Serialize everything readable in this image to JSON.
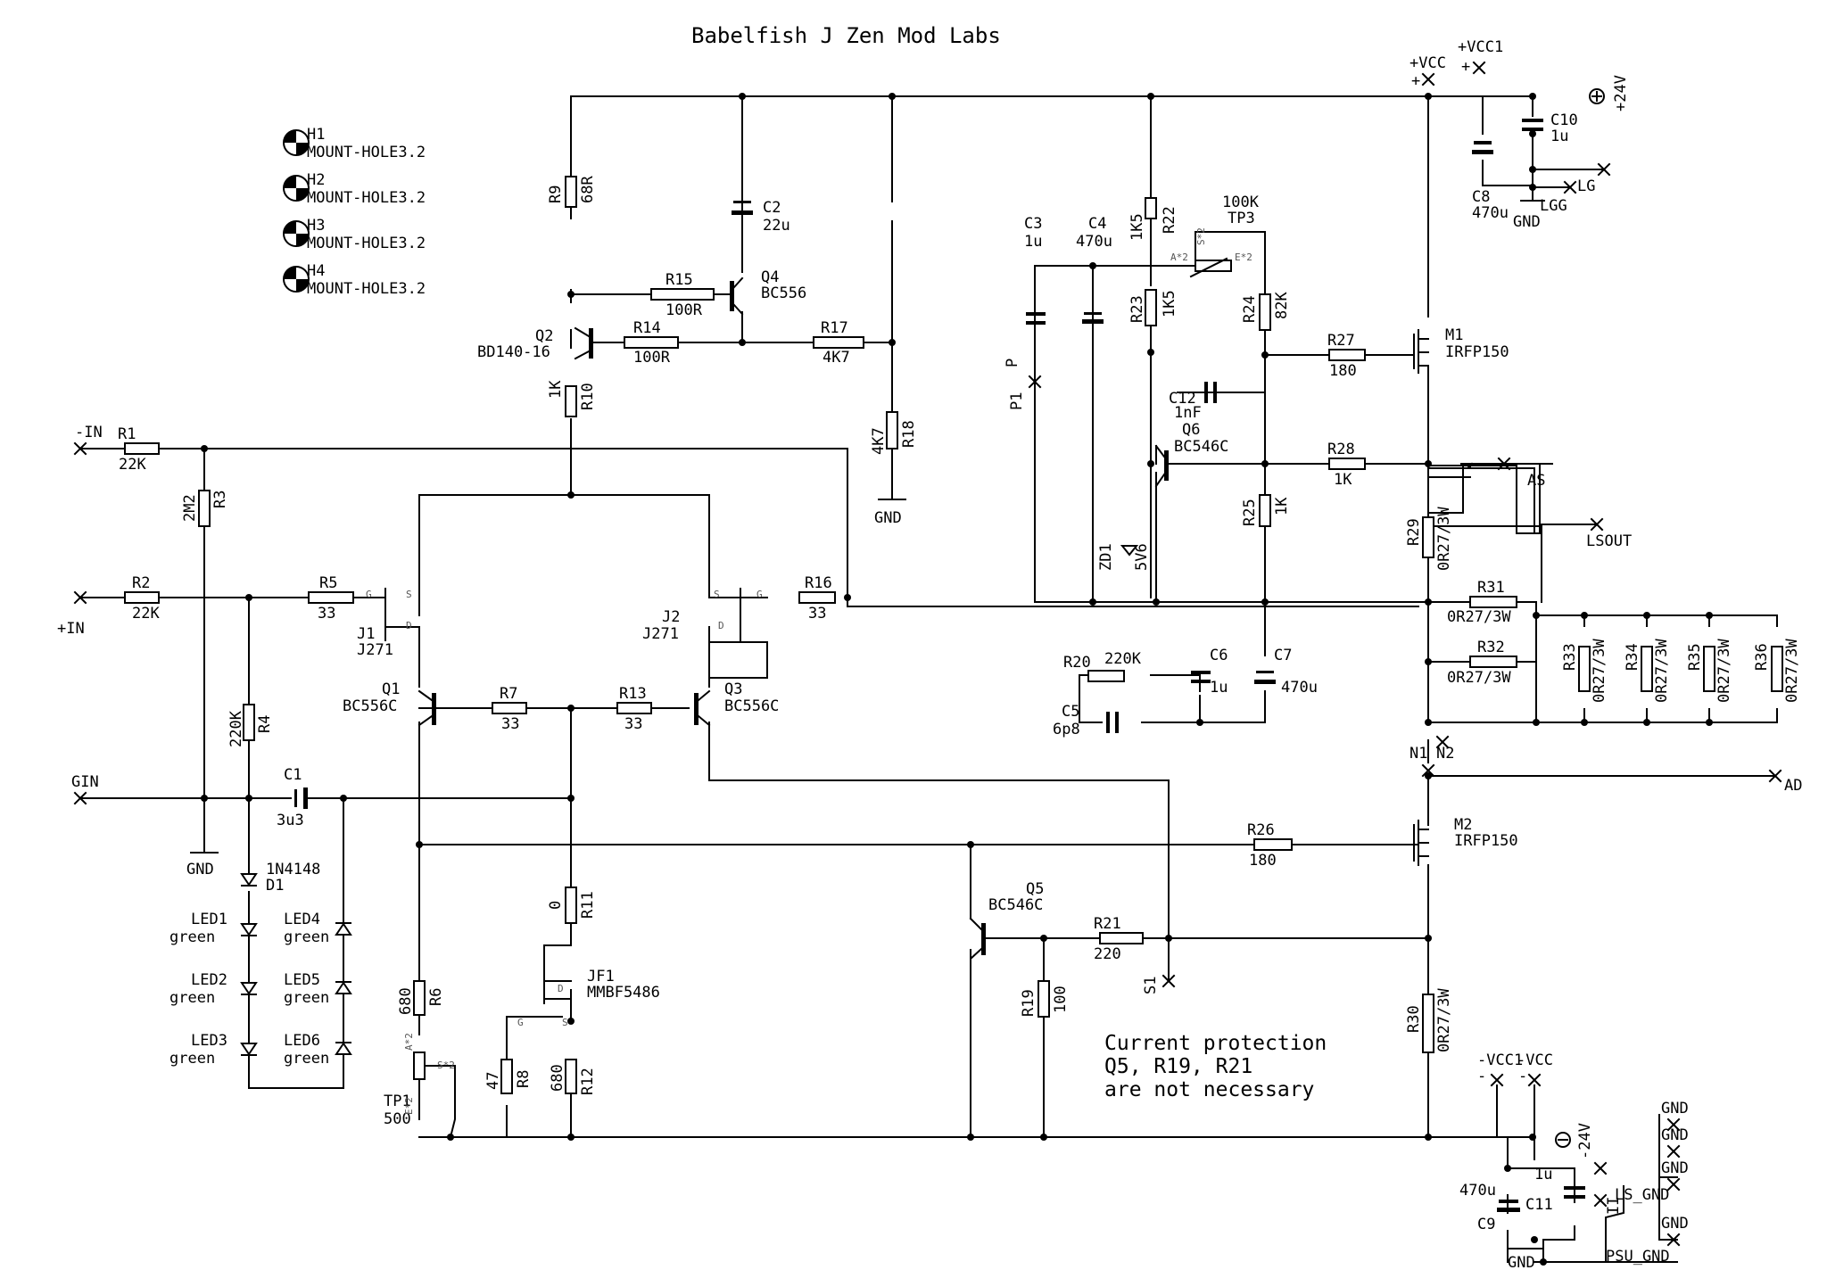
{
  "title": "Babelfish J  Zen Mod Labs",
  "note": [
    "Current protection",
    "Q5, R19, R21",
    "are not necessary"
  ],
  "mount_holes": [
    {
      "ref": "H1",
      "value": "MOUNT-HOLE3.2"
    },
    {
      "ref": "H2",
      "value": "MOUNT-HOLE3.2"
    },
    {
      "ref": "H3",
      "value": "MOUNT-HOLE3.2"
    },
    {
      "ref": "H4",
      "value": "MOUNT-HOLE3.2"
    }
  ],
  "resistors": [
    {
      "ref": "R1",
      "value": "22K"
    },
    {
      "ref": "R2",
      "value": "22K"
    },
    {
      "ref": "R3",
      "value": "2M2"
    },
    {
      "ref": "R4",
      "value": "220K"
    },
    {
      "ref": "R5",
      "value": "33"
    },
    {
      "ref": "R6",
      "value": "680"
    },
    {
      "ref": "R7",
      "value": "33"
    },
    {
      "ref": "R8",
      "value": "47"
    },
    {
      "ref": "R9",
      "value": "68R"
    },
    {
      "ref": "R10",
      "value": "1K"
    },
    {
      "ref": "R11",
      "value": "0"
    },
    {
      "ref": "R12",
      "value": "680"
    },
    {
      "ref": "R13",
      "value": "33"
    },
    {
      "ref": "R14",
      "value": "100R"
    },
    {
      "ref": "R15",
      "value": "100R"
    },
    {
      "ref": "R16",
      "value": "33"
    },
    {
      "ref": "R17",
      "value": "4K7"
    },
    {
      "ref": "R18",
      "value": "4K7"
    },
    {
      "ref": "R19",
      "value": "100"
    },
    {
      "ref": "R20",
      "value": "220K"
    },
    {
      "ref": "R21",
      "value": "220"
    },
    {
      "ref": "R22",
      "value": "1K5"
    },
    {
      "ref": "R23",
      "value": "1K5"
    },
    {
      "ref": "R24",
      "value": "82K"
    },
    {
      "ref": "R25",
      "value": "1K"
    },
    {
      "ref": "R26",
      "value": "180"
    },
    {
      "ref": "R27",
      "value": "180"
    },
    {
      "ref": "R28",
      "value": "1K"
    },
    {
      "ref": "R29",
      "value": "0R27/3W"
    },
    {
      "ref": "R30",
      "value": "0R27/3W"
    },
    {
      "ref": "R31",
      "value": "0R27/3W"
    },
    {
      "ref": "R32",
      "value": "0R27/3W"
    },
    {
      "ref": "R33",
      "value": "0R27/3W"
    },
    {
      "ref": "R34",
      "value": "0R27/3W"
    },
    {
      "ref": "R35",
      "value": "0R27/3W"
    },
    {
      "ref": "R36",
      "value": "0R27/3W"
    }
  ],
  "capacitors": [
    {
      "ref": "C1",
      "value": "3u3"
    },
    {
      "ref": "C2",
      "value": "22u"
    },
    {
      "ref": "C3",
      "value": "1u"
    },
    {
      "ref": "C4",
      "value": "470u"
    },
    {
      "ref": "C5",
      "value": "6p8"
    },
    {
      "ref": "C6",
      "value": "1u"
    },
    {
      "ref": "C7",
      "value": "470u"
    },
    {
      "ref": "C8",
      "value": "470u"
    },
    {
      "ref": "C9",
      "value": "470u"
    },
    {
      "ref": "C10",
      "value": "1u"
    },
    {
      "ref": "C11",
      "value": "1u"
    },
    {
      "ref": "C12",
      "value": "1nF"
    }
  ],
  "transistors": [
    {
      "ref": "Q1",
      "value": "BC556C"
    },
    {
      "ref": "Q2",
      "value": "BD140-16"
    },
    {
      "ref": "Q3",
      "value": "BC556C"
    },
    {
      "ref": "Q4",
      "value": "BC556"
    },
    {
      "ref": "Q5",
      "value": "BC546C"
    },
    {
      "ref": "Q6",
      "value": "BC546C"
    },
    {
      "ref": "J1",
      "value": "J271"
    },
    {
      "ref": "J2",
      "value": "J271"
    },
    {
      "ref": "JF1",
      "value": "MMBF5486"
    },
    {
      "ref": "M1",
      "value": "IRFP150"
    },
    {
      "ref": "M2",
      "value": "IRFP150"
    }
  ],
  "diodes": [
    {
      "ref": "D1",
      "value": "1N4148"
    },
    {
      "ref": "ZD1",
      "value": "5V6"
    },
    {
      "ref": "LED1",
      "value": "green"
    },
    {
      "ref": "LED2",
      "value": "green"
    },
    {
      "ref": "LED3",
      "value": "green"
    },
    {
      "ref": "LED4",
      "value": "green"
    },
    {
      "ref": "LED5",
      "value": "green"
    },
    {
      "ref": "LED6",
      "value": "green"
    }
  ],
  "trimmers": [
    {
      "ref": "TP1",
      "value": "500"
    },
    {
      "ref": "TP3",
      "value": "100K"
    }
  ],
  "pins": {
    "G": "G",
    "S": "S",
    "D": "D",
    "A": "A*2",
    "E": "E*2",
    "SW": "S*2"
  },
  "nets": {
    "in_minus": "-IN",
    "in_plus": "+IN",
    "gin": "GIN",
    "gnd": "GND",
    "vcc_plus": "+VCC",
    "vcc1_plus": "+VCC1",
    "v24_plus": "+24V",
    "vcc_minus": "-VCC",
    "vcc1_minus": "-VCC1",
    "v24_minus": "-24V",
    "lg": "LG",
    "lgg": "LGG",
    "as": "AS",
    "lsout": "LSOUT",
    "ad": "AD",
    "n1": "N1",
    "n2": "N2",
    "s1": "S1",
    "p": "P",
    "p1": "P1",
    "ii": "II",
    "ls_gnd": "LS_GND",
    "psu_gnd": "PSU_GND",
    "plus": "+",
    "minus": "-"
  }
}
